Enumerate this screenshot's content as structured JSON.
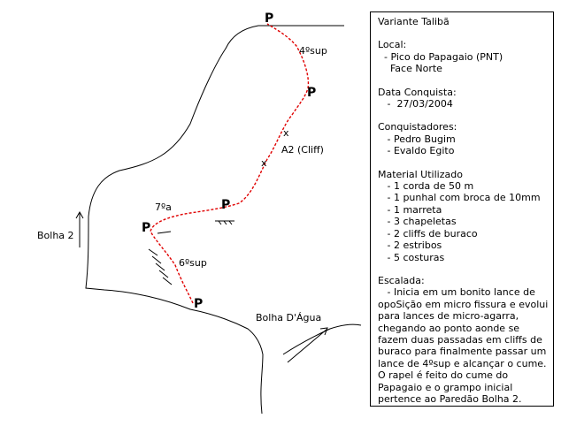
{
  "diagram": {
    "labels": {
      "anchor_symbol": "P",
      "bolt_symbol": "x",
      "grade_4sup": "4ºsup",
      "cliff": "A2 (Cliff)",
      "grade_7a": "7ºa",
      "grade_6sup": "6ºsup",
      "bolha2": "Bolha 2",
      "bolha_dagua": "Bolha D'Água"
    },
    "colors": {
      "route": "#e00000",
      "rock": "#000000"
    }
  },
  "info": {
    "title": "Variante Talibã",
    "local_head": "Local:",
    "local_lines": [
      "  - Pico do Papagaio (PNT)",
      "    Face Norte"
    ],
    "date_head": "Data Conquista:",
    "date_lines": [
      "   -  27/03/2004"
    ],
    "conq_head": "Conquistadores:",
    "conq_lines": [
      "   - Pedro Bugim",
      "   - Evaldo Egito"
    ],
    "mat_head": "Material Utilizado",
    "mat_lines": [
      "   - 1 corda de 50 m",
      "   - 1 punhal com broca de 10mm",
      "   - 1 marreta",
      "   - 3 chapeletas",
      "   - 2 cliffs de buraco",
      "   - 2 estribos",
      "   - 5 costuras"
    ],
    "climb_head": "Escalada:",
    "climb_lines": [
      "   - Inicia em um bonito lance de",
      "opoSição em micro fissura e evolui",
      "para lances de micro-agarra,",
      "chegando ao ponto aonde se",
      "fazem duas passadas em cliffs de",
      "buraco para finalmente passar um",
      "lance de 4ºsup e alcançar o cume.",
      "O rapel é feito do cume do",
      "Papagaio e o grampo inicial",
      "pertence ao Paredão Bolha 2."
    ]
  }
}
